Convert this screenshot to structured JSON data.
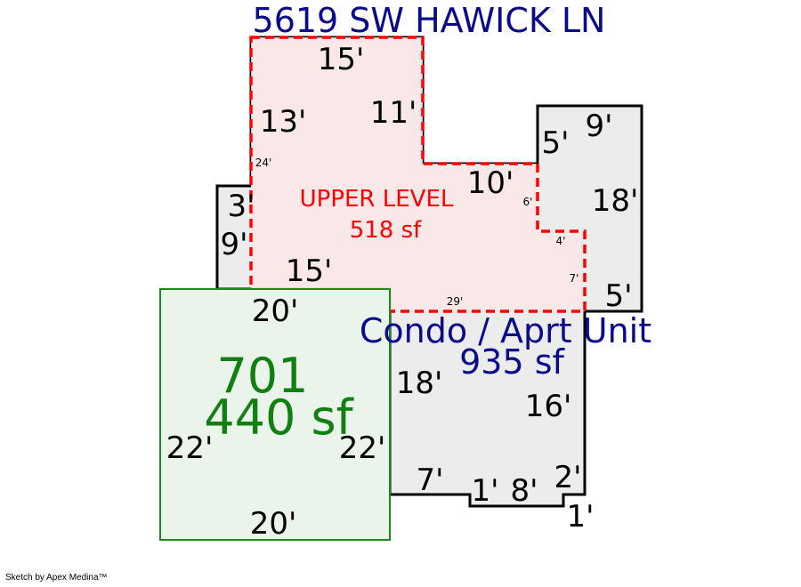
{
  "title": "5619 SW HAWICK LN",
  "footer": "Sketch by Apex Medina™",
  "colors": {
    "title": "#0a0a8c",
    "main_fill": "#ececec",
    "main_stroke": "#000000",
    "upper_fill": "#fde8e8",
    "upper_stroke": "#ff0000",
    "garage_fill": "#eaf4ea",
    "garage_stroke": "#1b8a1b",
    "garage_text": "#108010",
    "upper_text": "#ff0000",
    "main_text": "#0a0a8c"
  },
  "areas": {
    "upper": {
      "name": "UPPER LEVEL",
      "size": "518 sf"
    },
    "main": {
      "name": "Condo / Aprt Unit",
      "size": "935 sf"
    },
    "garage": {
      "name": "701",
      "size": "440 sf"
    }
  },
  "dimensions": {
    "upper_top": "15'",
    "upper_left": "13'",
    "upper_inner_right": "11'",
    "upper_step": "10'",
    "upper_left_small": "24'",
    "upper_six": "6'",
    "upper_four": "4'",
    "upper_seven": "7'",
    "upper_bottom_small": "29'",
    "main_top_right": "9'",
    "main_right_notch": "5'",
    "main_right": "18'",
    "main_right_bottom": "5'",
    "main_left_top": "3'",
    "main_left": "9'",
    "main_inner_15": "15'",
    "main_20": "20'",
    "main_18": "18'",
    "main_16": "16'",
    "main_7": "7'",
    "main_1a": "1'",
    "main_8": "8'",
    "main_2": "2'",
    "main_1b": "1'",
    "garage_left": "22'",
    "garage_right": "22'",
    "garage_bottom": "20'"
  }
}
